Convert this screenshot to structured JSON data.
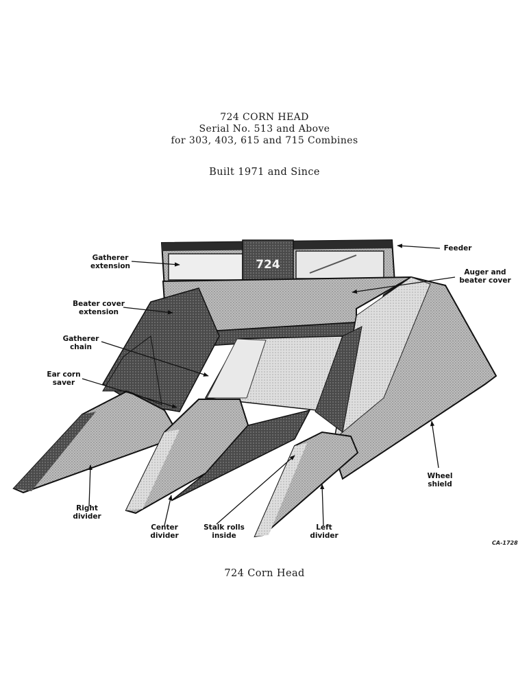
{
  "header": {
    "title_line1": "724 CORN HEAD",
    "title_line2": "Serial No. 513 and Above",
    "title_line3": "for 303, 403, 615 and 715 Combines",
    "built": "Built 1971 and Since"
  },
  "illustration": {
    "model_badge": "724",
    "figure_code": "CA-1728"
  },
  "callouts": {
    "gatherer_extension": [
      "Gatherer",
      "extension"
    ],
    "feeder": [
      "Feeder"
    ],
    "auger_beater_cover": [
      "Auger and",
      "beater cover"
    ],
    "beater_cover_extension": [
      "Beater cover",
      "extension"
    ],
    "gatherer_chain": [
      "Gatherer",
      "chain"
    ],
    "ear_corn_saver": [
      "Ear corn",
      "saver"
    ],
    "wheel_shield": [
      "Wheel",
      "shield"
    ],
    "right_divider": [
      "Right",
      "divider"
    ],
    "center_divider": [
      "Center",
      "divider"
    ],
    "stalk_rolls_inside": [
      "Stalk rolls",
      "inside"
    ],
    "left_divider": [
      "Left",
      "divider"
    ]
  },
  "caption": "724 Corn Head",
  "colors": {
    "ink": "#111111",
    "dark_metal": "#2a2a2a",
    "mid_metal": "#7a7a7a",
    "light_metal": "#c4c4c4"
  }
}
